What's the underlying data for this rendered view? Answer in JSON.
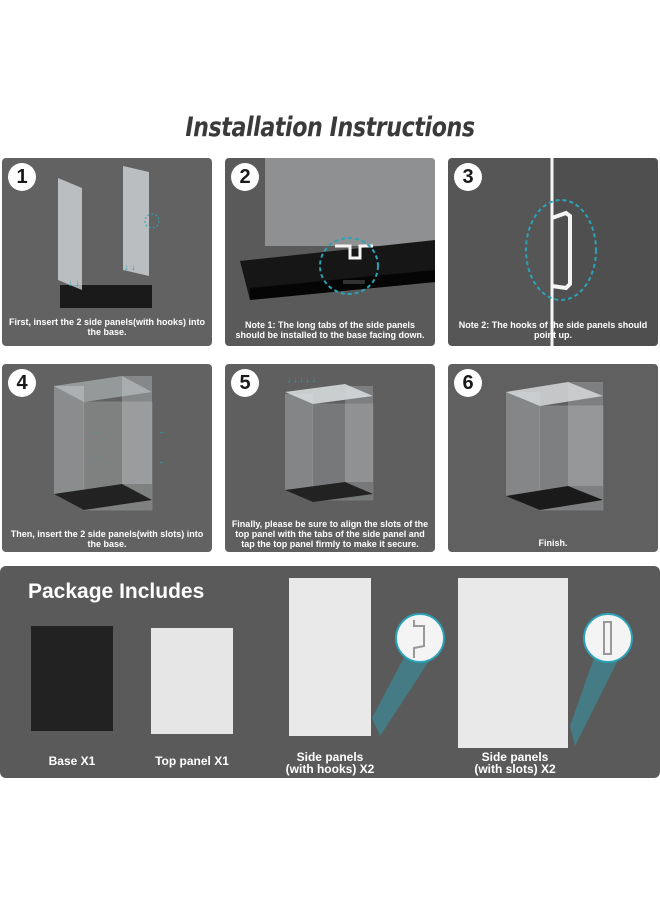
{
  "title": "Installation Instructions",
  "steps": [
    {
      "number": "1",
      "caption": "First, insert the 2 side panels(with hooks) into the base."
    },
    {
      "number": "2",
      "caption": "Note 1: The long tabs of the side panels should be installed to the base facing down."
    },
    {
      "number": "3",
      "caption": "Note 2: The hooks of the side panels should point up."
    },
    {
      "number": "4",
      "caption": "Then, insert the 2 side panels(with slots) into the base."
    },
    {
      "number": "5",
      "caption": "Finally, please be sure to align the slots of the top panel with the tabs of the side panel and tap the top panel firmly to make it secure."
    },
    {
      "number": "6",
      "caption": "Finish."
    }
  ],
  "package": {
    "title": "Package Includes",
    "items": [
      {
        "label": "Base X1"
      },
      {
        "label": "Top panel X1"
      },
      {
        "label_line1": "Side panels",
        "label_line2": "(with hooks) X2"
      },
      {
        "label_line1": "Side panels",
        "label_line2": "(with slots) X2"
      }
    ]
  },
  "colors": {
    "panel_bg": "#5e5e5e",
    "accent": "#2aa3b8",
    "text": "#ffffff"
  }
}
